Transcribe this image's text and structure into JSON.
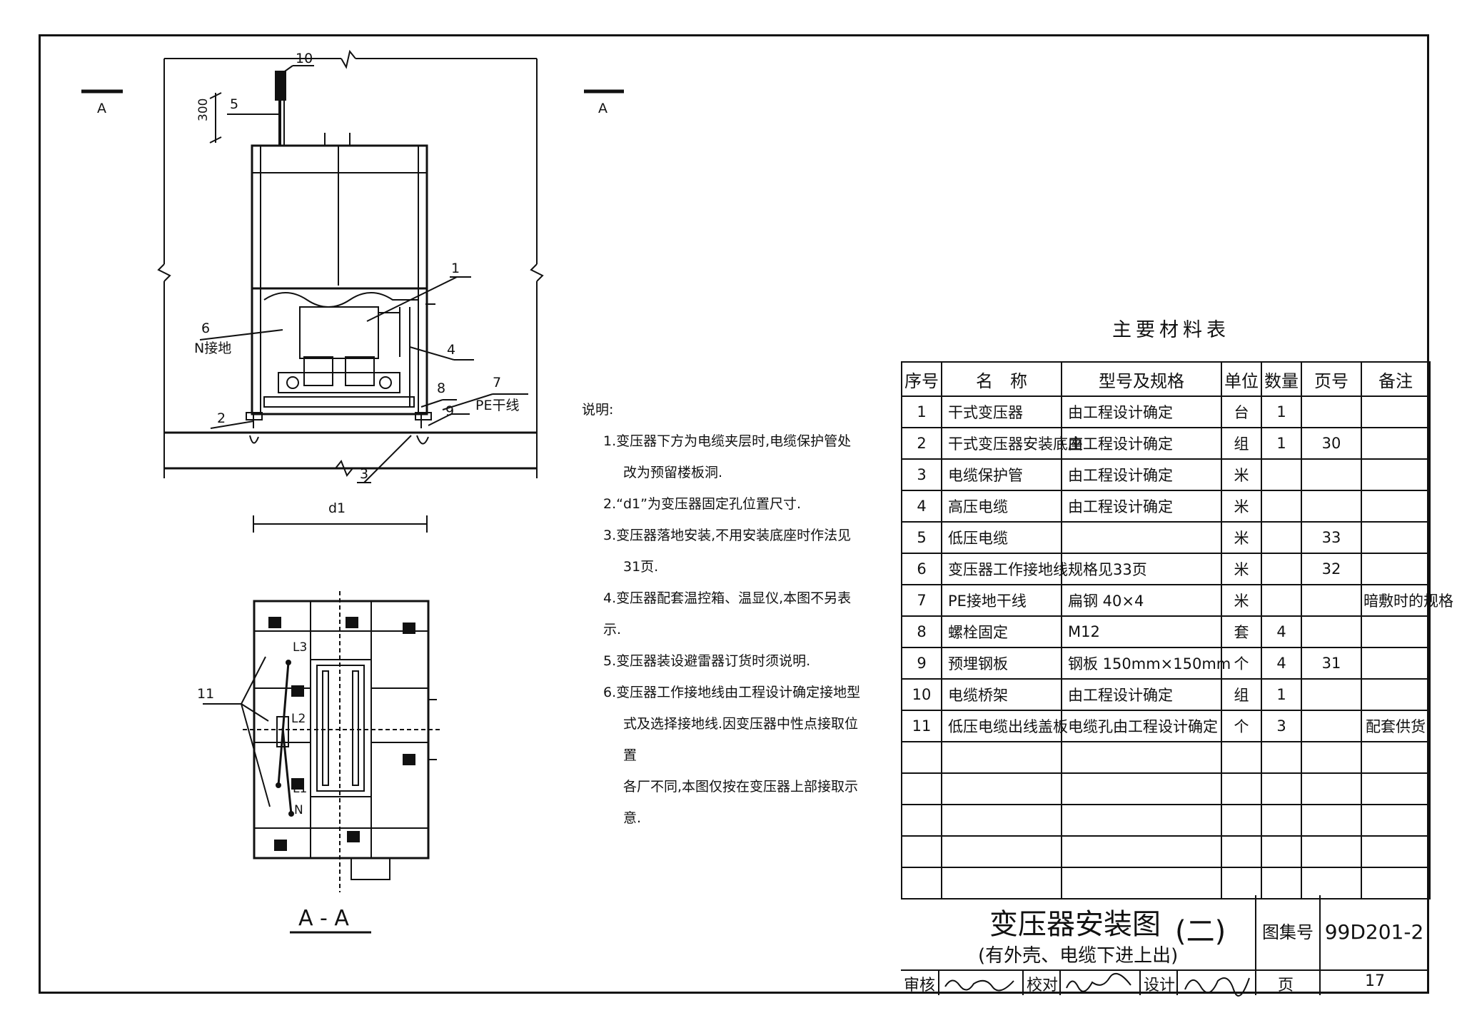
{
  "section_label": "A",
  "section_title": "A - A",
  "callouts": {
    "n1": "1",
    "n2": "2",
    "n3": "3",
    "n4": "4",
    "n5": "5",
    "n6": "6",
    "n6_label": "N接地",
    "n7": "7",
    "n7_label": "PE干线",
    "n8": "8",
    "n9": "9",
    "n10": "10",
    "n11": "11"
  },
  "dims": {
    "d300": "300",
    "d1": "d1"
  },
  "plan_labels": {
    "l3": "L3",
    "l2": "L2",
    "l1": "L1",
    "n": "N"
  },
  "notes": {
    "heading": "说明:",
    "items": [
      "1.变压器下方为电缆夹层时,电缆保护管处",
      "改为预留楼板洞.",
      "2.“d1”为变压器固定孔位置尺寸.",
      "3.变压器落地安装,不用安装底座时作法见",
      "31页.",
      "4.变压器配套温控箱、温显仪,本图不另表示.",
      "5.变压器装设避雷器订货时须说明.",
      "6.变压器工作接地线由工程设计确定接地型",
      "式及选择接地线.因变压器中性点接取位置",
      "各厂不同,本图仅按在变压器上部接取示意."
    ]
  },
  "materials": {
    "title": "主要材料表",
    "headers": [
      "序号",
      "名　称",
      "型号及规格",
      "单位",
      "数量",
      "页号",
      "备注"
    ],
    "rows": [
      [
        "1",
        "干式变压器",
        "由工程设计确定",
        "台",
        "1",
        "",
        ""
      ],
      [
        "2",
        "干式变压器安装底座",
        "由工程设计确定",
        "组",
        "1",
        "30",
        ""
      ],
      [
        "3",
        "电缆保护管",
        "由工程设计确定",
        "米",
        "",
        "",
        ""
      ],
      [
        "4",
        "高压电缆",
        "由工程设计确定",
        "米",
        "",
        "",
        ""
      ],
      [
        "5",
        "低压电缆",
        "",
        "米",
        "",
        "33",
        ""
      ],
      [
        "6",
        "变压器工作接地线",
        "规格见33页",
        "米",
        "",
        "32",
        ""
      ],
      [
        "7",
        "PE接地干线",
        "扁钢 40×4",
        "米",
        "",
        "",
        "暗敷时的规格"
      ],
      [
        "8",
        "螺栓固定",
        "M12",
        "套",
        "4",
        "",
        ""
      ],
      [
        "9",
        "预埋钢板",
        "钢板 150mm×150mm",
        "个",
        "4",
        "31",
        ""
      ],
      [
        "10",
        "电缆桥架",
        "由工程设计确定",
        "组",
        "1",
        "",
        ""
      ],
      [
        "11",
        "低压电缆出线盖板",
        "电缆孔由工程设计确定",
        "个",
        "3",
        "",
        "配套供货"
      ]
    ]
  },
  "titleblock": {
    "title": "变压器安装图",
    "part": "(二)",
    "subtitle": "(有外壳、电缆下进上出)",
    "atlas_label": "图集号",
    "atlas_no": "99D201-2",
    "review_label": "审核",
    "check_label": "校对",
    "design_label": "设计",
    "page_label": "页",
    "page_no": "17"
  }
}
